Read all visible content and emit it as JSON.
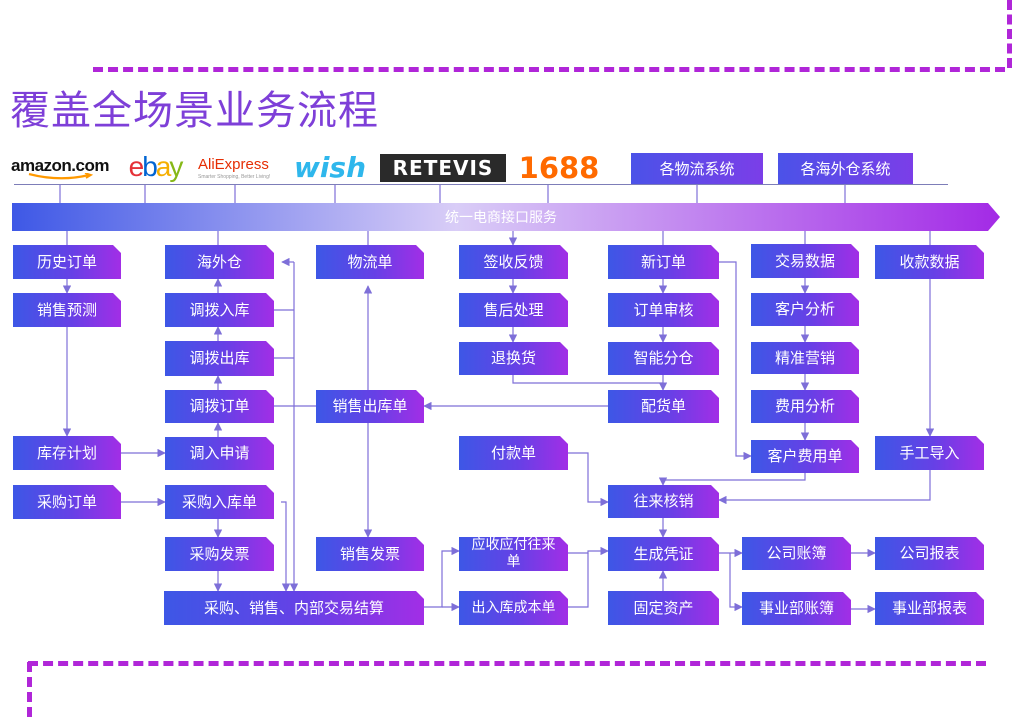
{
  "title": "覆盖全场景业务流程",
  "logos": {
    "amazon": "amazon.com",
    "ebay": [
      "e",
      "b",
      "a",
      "y"
    ],
    "aliexpress": "AliExpress",
    "aliexpress_tagline": "Smarter Shopping, Better Living!",
    "wish": "wish",
    "retevis": "RETEVIS",
    "num1688": "1688"
  },
  "top_systems": {
    "logistics": "各物流系统",
    "overseas_warehouse": "各海外仓系统"
  },
  "band_label": "统一电商接口服务",
  "colors": {
    "box_start": "#3d57e6",
    "box_end": "#a22ee6",
    "line": "#7e6fd8",
    "dash": "#b026d8",
    "title": "#7e3fd8"
  },
  "nodes": {
    "history_orders": "历史订单",
    "sales_forecast": "销售预测",
    "inventory_plan": "库存计划",
    "purchase_order": "采购订单",
    "overseas_wh": "海外仓",
    "transfer_in": "调拨入库",
    "transfer_out": "调拨出库",
    "transfer_order": "调拨订单",
    "transfer_request": "调入申请",
    "purchase_receipt": "采购入库单",
    "purchase_invoice": "采购发票",
    "settlement": "采购、销售、内部交易结算",
    "logistics_order": "物流单",
    "sales_outbound": "销售出库单",
    "sales_invoice": "销售发票",
    "sign_feedback": "签收反馈",
    "after_sales": "售后处理",
    "return_exchange": "退换货",
    "payment_order": "付款单",
    "ar_ap": "应收应付往来单",
    "io_cost": "出入库成本单",
    "new_order": "新订单",
    "order_review": "订单审核",
    "smart_split": "智能分仓",
    "dispatch_order": "配货单",
    "reconciliation": "往来核销",
    "gen_voucher": "生成凭证",
    "fixed_assets": "固定资产",
    "trade_data": "交易数据",
    "customer_analysis": "客户分析",
    "precision_marketing": "精准营销",
    "cost_analysis": "费用分析",
    "customer_cost": "客户费用单",
    "company_ledger": "公司账簿",
    "division_ledger": "事业部账簿",
    "receipt_data": "收款数据",
    "manual_import": "手工导入",
    "company_report": "公司报表",
    "division_report": "事业部报表"
  }
}
